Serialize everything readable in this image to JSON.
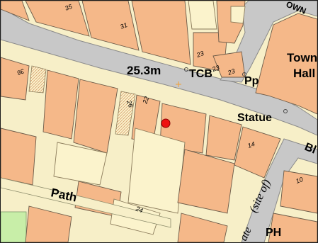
{
  "labels": {
    "distance": "25.3m",
    "tcb": "TCB",
    "pp": "Pp",
    "town": "Town",
    "hall": "Hall",
    "statue": "Statue",
    "path": "Path",
    "ph": "PH",
    "site_of": "(site of)",
    "ate": "ate",
    "own": "OWN",
    "bl": "Bl"
  },
  "house_numbers": {
    "n35": "35",
    "n31": "31",
    "n23a": "23",
    "n23b": "23",
    "n23c": "23",
    "n36": "36",
    "n26": "26",
    "n22": "22",
    "n14": "14",
    "n10": "10",
    "n24": "24"
  },
  "colors": {
    "building": "#f5b889",
    "yard": "#f7efc8",
    "road": "#c8c8c8",
    "grass": "#c8eea8",
    "marker": "#ee1111",
    "centre_cross": "#f5a030"
  },
  "icons": {
    "location_marker": "red-dot",
    "centre_mark": "plus-cross"
  }
}
